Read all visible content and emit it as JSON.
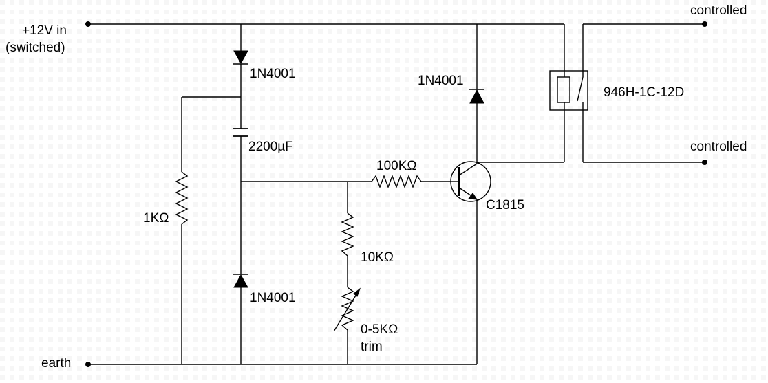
{
  "terminals": {
    "supply_in": [
      "+12V in",
      "(switched)"
    ],
    "ground": "earth",
    "controlled_top": "controlled",
    "controlled_bottom": "controlled"
  },
  "components": {
    "diode_top": "1N4001",
    "capacitor": "2200µF",
    "resistor_left": "1KΩ",
    "diode_bottom": "1N4001",
    "resistor_base": "100KΩ",
    "transistor": "C1815",
    "diode_flyback": "1N4001",
    "relay": "946H-1C-12D",
    "resistor_divider": "10KΩ",
    "trimmer": [
      "0-5KΩ",
      "trim"
    ]
  }
}
